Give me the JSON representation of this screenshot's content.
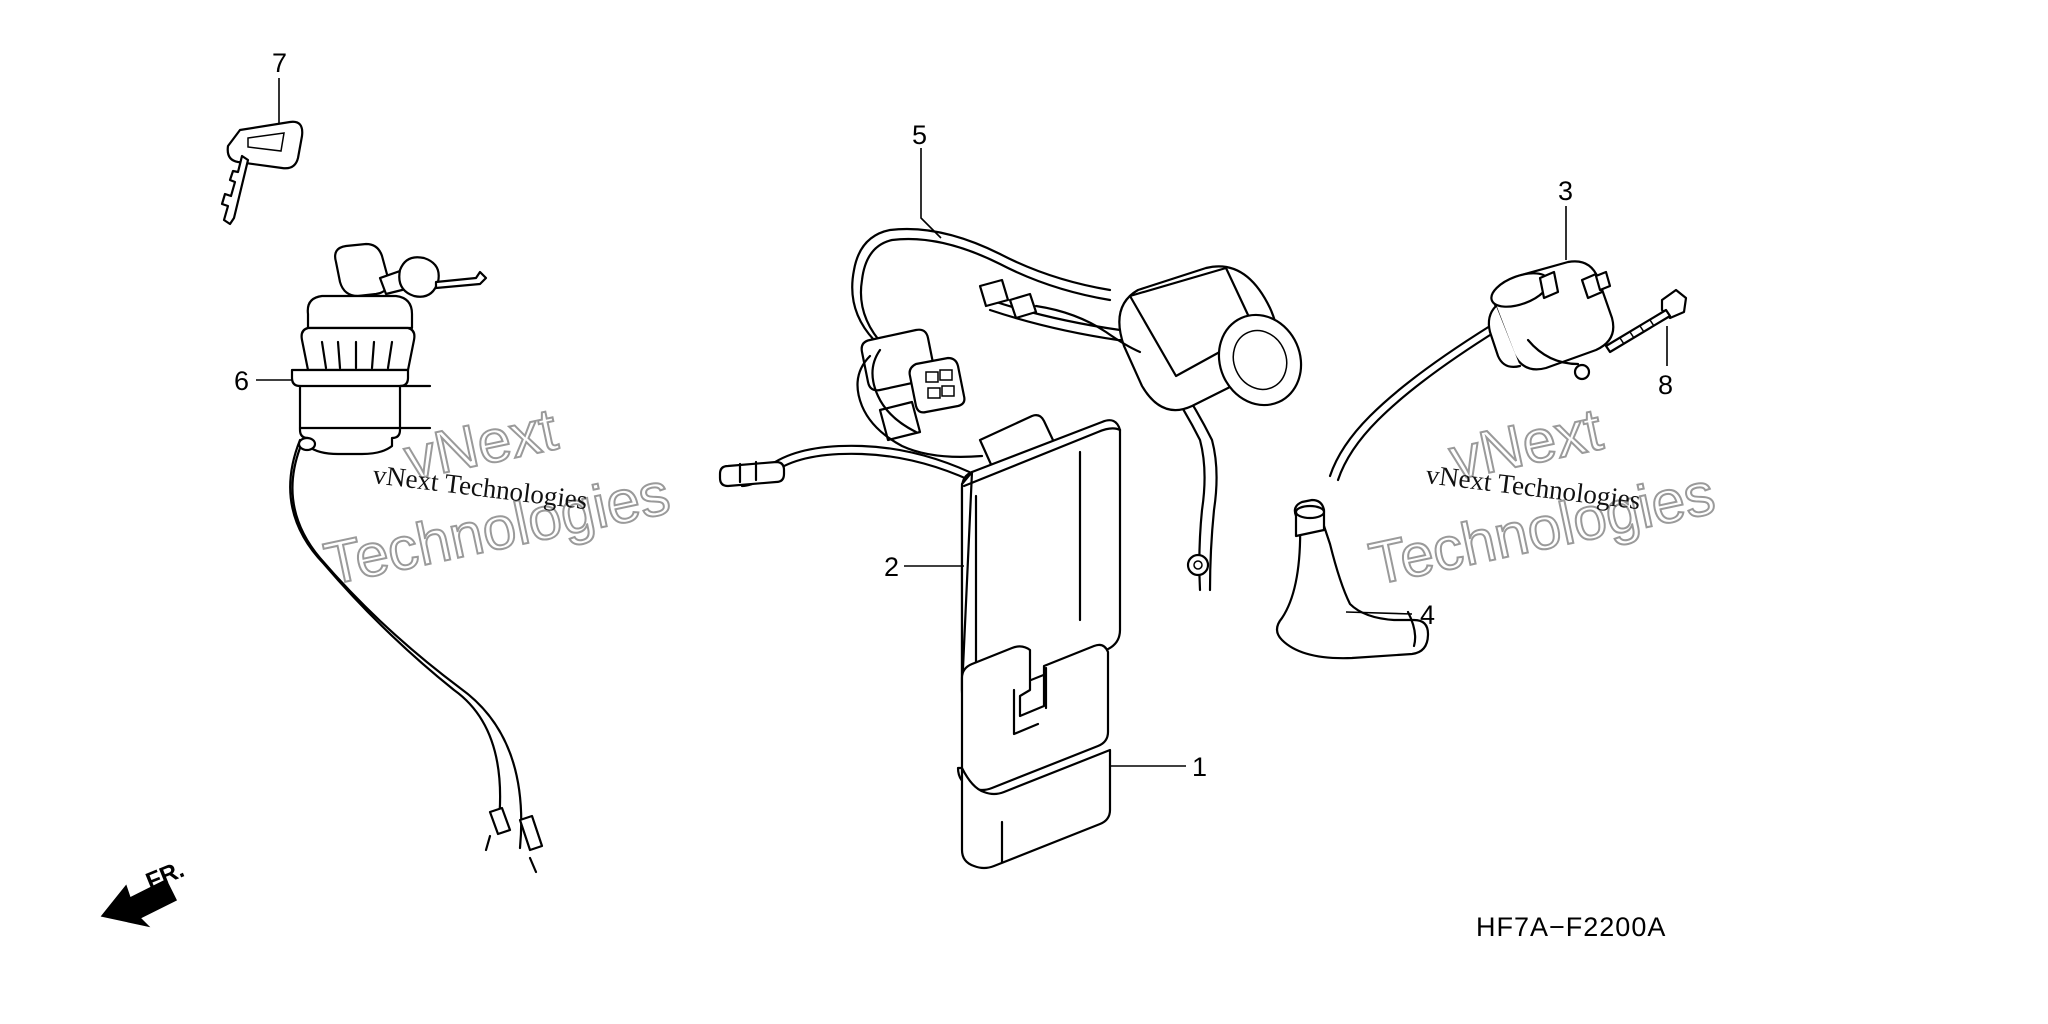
{
  "diagram": {
    "callouts": [
      "1",
      "2",
      "3",
      "4",
      "5",
      "6",
      "7",
      "8"
    ],
    "front_marker": "FR.",
    "part_code": "HF7A−F2200A",
    "watermarks": [
      {
        "small": "vNext Technologies",
        "big_line1": "vNext",
        "big_line2": "Technologies"
      },
      {
        "small": "vNext Technologies",
        "big_line1": "vNext",
        "big_line2": "Technologies"
      }
    ]
  }
}
